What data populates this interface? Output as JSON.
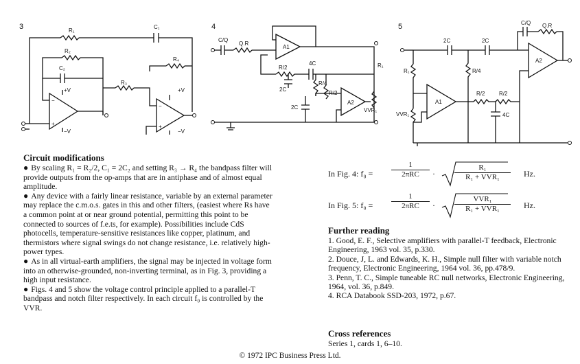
{
  "figures": {
    "fig3": {
      "number": "3",
      "labels": {
        "r1": "R₁",
        "c1": "C₁",
        "r2": "R₂",
        "c2": "C₂",
        "r3": "R₃",
        "r4": "R₄",
        "pv1": "+V",
        "nv1": "−V",
        "pv2": "+V",
        "nv2": "−V",
        "minus1": "−",
        "plus1": "+",
        "minus2": "−",
        "plus2": "+"
      }
    },
    "fig4": {
      "number": "4",
      "labels": {
        "cq": "C/Q",
        "qr": "Q.R",
        "a1": "A1",
        "r2": "R/2",
        "c4": "4C",
        "r4": "R/4",
        "c2a": "2C",
        "r2b": "R/2",
        "c2b": "2C",
        "a2": "A2",
        "r1": "R₁",
        "vvr": "VVR₁"
      }
    },
    "fig5": {
      "number": "5",
      "labels": {
        "cq": "C/Q",
        "qr": "Q.R",
        "c2a": "2C",
        "c2b": "2C",
        "r1": "R₁",
        "r4": "R/4",
        "a2": "A2",
        "a1": "A1",
        "vvr": "VVR₁",
        "r2a": "R/2",
        "r2b": "R/2",
        "c4": "4C"
      }
    }
  },
  "modifications": {
    "heading": "Circuit modifications",
    "items": [
      "By scaling R₁ = R₂/2, C₁ = 2C₂ and setting R₃ → R₄ the bandpass filter will provide outputs from the op-amps that are in antiphase and of almost equal amplitude.",
      "Any device with a fairly linear resistance, variable by an external parameter may replace the c.m.o.s. gates in this and other filters, (easiest where Rs have a common point at or near ground potential, permitting this point to be connected to sources of f.e.ts, for example). Possibilities include CdS photocells, temperature-sensitive resistances like copper, platinum, and thermistors where signal swings do not change resistance, i.e. relatively high-power types.",
      "As in all virtual-earth amplifiers, the signal may be injected in voltage form into an otherwise-grounded, non-inverting terminal, as in Fig. 3, providing a high input resistance.",
      "Figs. 4 and 5 show the voltage control principle applied to a parallel-T bandpass and notch filter respectively. In each circuit f₀ is controlled by the VVR."
    ]
  },
  "formulas": [
    {
      "prefix": "In Fig. 4: f₀ =",
      "num": "1",
      "den": "2πRC",
      "dot": "·",
      "root_num": "R₁",
      "root_den": "R₁ + VVR₁",
      "unit": "Hz."
    },
    {
      "prefix": "In Fig. 5: f₀ =",
      "num": "1",
      "den": "2πRC",
      "dot": "·",
      "root_num": "VVR₁",
      "root_den": "R₁ + VVR₁",
      "unit": "Hz."
    }
  ],
  "further_reading": {
    "heading": "Further reading",
    "items": [
      "1.  Good, E. F., Selective amplifiers with parallel-T feedback, Electronic Engineering, 1963 vol. 35, p.330.",
      "2.  Douce, J, L. and Edwards, K. H., Simple null filter with variable notch frequency, Electronic Engineering, 1964 vol. 36, pp.478/9.",
      "3.  Penn, T. C., Simple tuneable RC null networks, Electronic Engineering, 1964, vol. 36, p.849.",
      "4.  RCA Databook SSD-203, 1972, p.67."
    ]
  },
  "cross_references": {
    "heading": "Cross references",
    "text": "Series 1, cards 1, 6–10."
  },
  "copyright": "© 1972 IPC Business Press Ltd."
}
